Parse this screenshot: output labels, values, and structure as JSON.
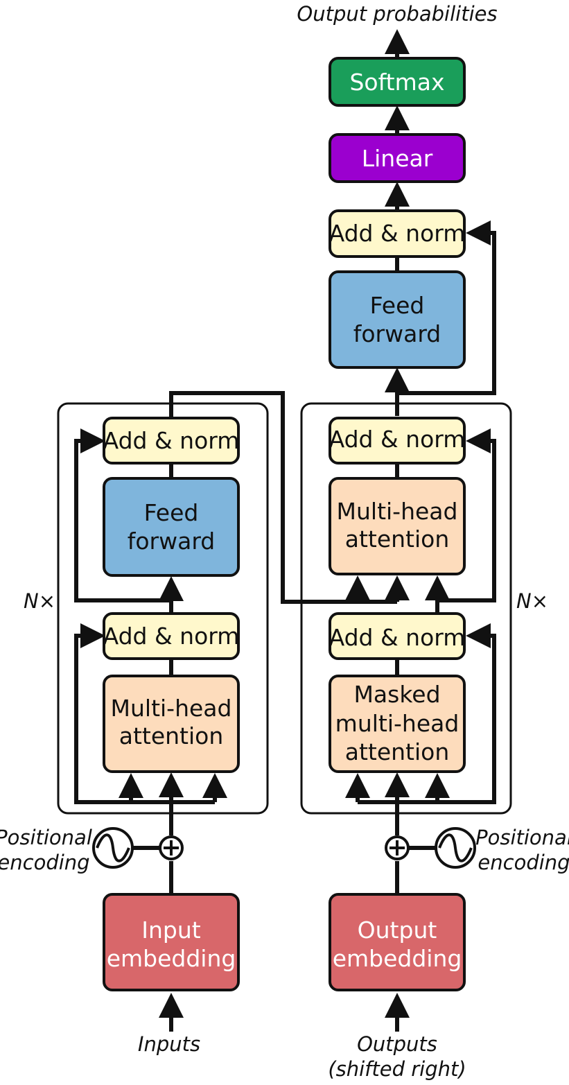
{
  "output_probabilities": "Output probabilities",
  "softmax": {
    "label": "Softmax",
    "color": "#1a9e5a"
  },
  "linear": {
    "label": "Linear",
    "color": "#9b00cf"
  },
  "decoder_top": {
    "add_norm": "Add & norm",
    "feed_forward": [
      "Feed",
      "forward"
    ]
  },
  "encoder": {
    "repeat_label": "N×",
    "add_norm_top": "Add & norm",
    "feed_forward": [
      "Feed",
      "forward"
    ],
    "add_norm_bottom": "Add & norm",
    "attention": [
      "Multi-head",
      "attention"
    ]
  },
  "decoder": {
    "repeat_label": "N×",
    "add_norm_top": "Add & norm",
    "attention": [
      "Multi-head",
      "attention"
    ],
    "add_norm_bottom": "Add & norm",
    "masked_attention": [
      "Masked",
      "multi-head",
      "attention"
    ]
  },
  "positional_encoding_left": [
    "Positional",
    "encoding"
  ],
  "positional_encoding_right": [
    "Positional",
    "encoding"
  ],
  "input_embedding": [
    "Input",
    "embedding"
  ],
  "output_embedding": [
    "Output",
    "embedding"
  ],
  "inputs": "Inputs",
  "outputs": [
    "Outputs",
    "(shifted right)"
  ],
  "colors": {
    "add_norm": "#fff8cc",
    "feed_forward": "#7fb5dc",
    "attention": "#fddcbc",
    "embedding": "#d8676a"
  }
}
